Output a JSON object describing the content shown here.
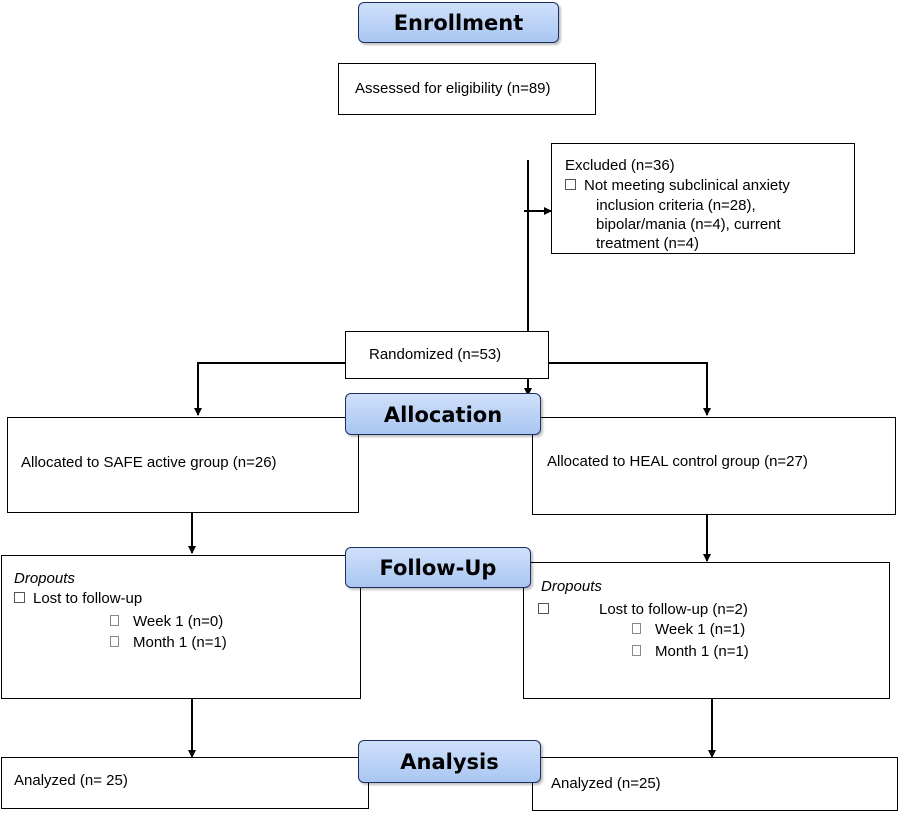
{
  "stages": {
    "enrollment": "Enrollment",
    "allocation": "Allocation",
    "followup": "Follow-Up",
    "analysis": "Analysis"
  },
  "assessed": "Assessed for eligibility (n=89)",
  "excluded": {
    "title": "Excluded (n=36)",
    "lines": [
      "Not meeting subclinical anxiety",
      "inclusion criteria (n=28),",
      "bipolar/mania (n=4), current",
      "treatment (n=4)"
    ]
  },
  "randomized": "Randomized (n=53)",
  "left": {
    "allocated": "Allocated to SAFE active group (n=26)",
    "dropouts": "Dropouts",
    "lost": "Lost to follow-up",
    "week": "Week 1 (n=0)",
    "month": "Month 1 (n=1)",
    "analyzed": "Analyzed (n= 25)"
  },
  "right": {
    "allocated": "Allocated to HEAL control group (n=27)",
    "dropouts": "Dropouts",
    "lost": "Lost to follow-up (n=2)",
    "week": "Week 1 (n=1)",
    "month": "Month 1 (n=1)",
    "analyzed": "Analyzed (n=25)"
  }
}
